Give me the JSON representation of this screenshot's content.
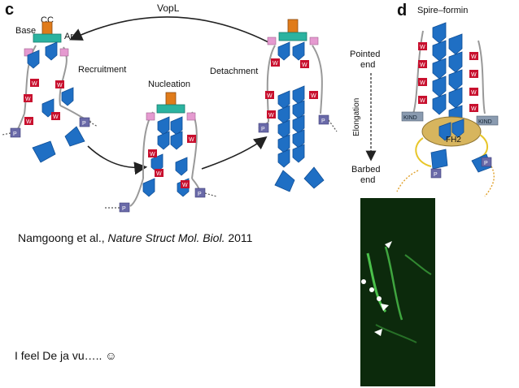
{
  "panel_c": {
    "letter": "c",
    "vopl": "VopL",
    "cc": "CC",
    "base": "Base",
    "arm": "Arm",
    "recruitment": "Recruitment",
    "nucleation": "Nucleation",
    "detachment": "Detachment",
    "w": "W",
    "p": "P"
  },
  "panel_d": {
    "letter": "d",
    "title": "Spire–formin",
    "pointed_end": [
      "Pointed",
      "end"
    ],
    "elongation": "Elongation",
    "barbed_end": [
      "Barbed",
      "end"
    ],
    "kind": "KIND",
    "fh2": "FH2",
    "w": "W",
    "p": "P"
  },
  "citation": {
    "authors": "Namgoong et al., ",
    "journal": "Nature Struct Mol. Biol.",
    "year": " 2011"
  },
  "note": "I feel De ja vu….. ☺",
  "colors": {
    "actin_blue": "#1f6fc4",
    "actin_dark": "#0f4e96",
    "w_red": "#c8102e",
    "p_purple": "#6a6aa8",
    "cc_orange": "#e07b1a",
    "teal": "#2bb3a0",
    "pink": "#e59ad0",
    "fh2_gold": "#d7b55e",
    "micro_bg": "#0c2a0c",
    "filament_green": "#52d152"
  }
}
